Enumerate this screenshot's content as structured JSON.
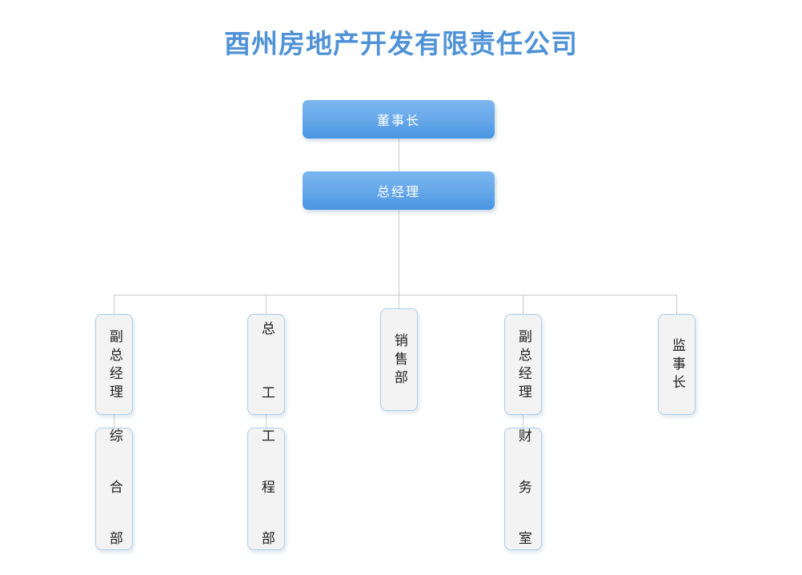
{
  "title": "酉州房地产开发有限责任公司",
  "colors": {
    "title_blue": "#4f92d6",
    "node_blue_top": "#7ab5ef",
    "node_blue_bottom": "#4a95e2",
    "node_light_fill": "#f3f3f3",
    "node_light_border": "#a8cdec",
    "connector": "#c9c9c9",
    "text_dark": "#1f1f1f",
    "text_light": "#ffffff"
  },
  "nodes": {
    "chairman": "董事长",
    "general_manager": "总经理",
    "deputy_gm_left": "副总经理",
    "chief_engineer": "总 工",
    "sales_dept": "销售部",
    "deputy_gm_right": "副总经理",
    "chief_supervisor": "监事长",
    "general_affairs_dept": "综 合 部",
    "engineering_dept": "工 程 部",
    "finance_office": "财 务 室"
  }
}
